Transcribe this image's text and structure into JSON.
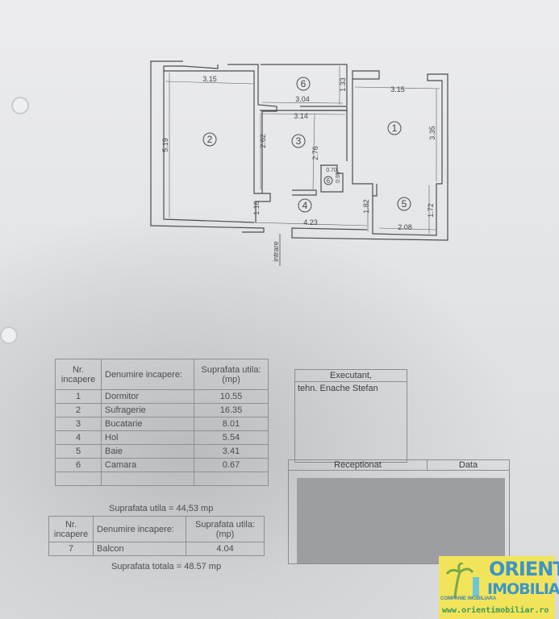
{
  "floor_plan": {
    "rooms": {
      "r1": "1",
      "r2": "2",
      "r3": "3",
      "r4": "4",
      "r5": "5",
      "r6": "6",
      "r6b": "6"
    },
    "dims": {
      "d1": "3.15",
      "d2": "5.19",
      "d3": "3.04",
      "d4": "1.33",
      "d5": "3.14",
      "d6": "2.62",
      "d7": "2.76",
      "d8": "0.70",
      "d9": "0.95",
      "d10": "3.15",
      "d11": "3.35",
      "d12": "1.18",
      "d13": "4.23",
      "d14": "1.82",
      "d15": "1.72",
      "d16": "2.08"
    },
    "entrance": "intrare"
  },
  "rooms_table": {
    "headers": [
      "Nr. incapere",
      "Denumire incapere:",
      "Suprafata utila: (mp)"
    ],
    "rows": [
      [
        "1",
        "Dormitor",
        "10.55"
      ],
      [
        "2",
        "Sufragerie",
        "16.35"
      ],
      [
        "3",
        "Bucatarie",
        "8.01"
      ],
      [
        "4",
        "Hol",
        "5.54"
      ],
      [
        "5",
        "Baie",
        "3.41"
      ],
      [
        "6",
        "Camara",
        "0.67"
      ]
    ],
    "summary": "Suprafata utila = 44,53 mp"
  },
  "balcony_table": {
    "headers": [
      "Nr. incapere",
      "Denumire incapere:",
      "Suprafata utila: (mp)"
    ],
    "rows": [
      [
        "7",
        "Balcon",
        "4.04"
      ]
    ],
    "summary": "Suprafata totala = 48.57 mp"
  },
  "executant": {
    "title": "Executant,",
    "name": "tehn. Enache Stefan"
  },
  "reception": {
    "receptionat": "Receptionat",
    "data": "Data"
  },
  "logo": {
    "line1": "ORIENT",
    "line2": "IMOBILIAR",
    "tagline": "COMPANIE IMOBILIARA",
    "url": "www.orientimobiliar.ro"
  }
}
